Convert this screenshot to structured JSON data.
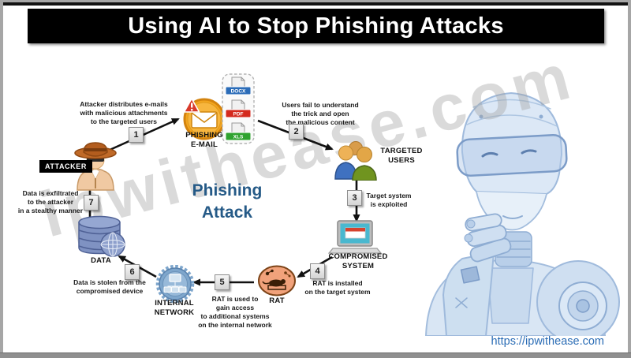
{
  "frame": {
    "title": "Using AI to Stop Phishing Attacks",
    "watermark": "ipwithease.com",
    "footer_url": "https://ipwithease.com"
  },
  "center": {
    "label": "Phishing\nAttack"
  },
  "nodes": {
    "attacker": {
      "label": "ATTACKER"
    },
    "phishing_email": {
      "label": "PHISHING\nE-MAIL"
    },
    "attachments": [
      {
        "type": "DOCX",
        "color": "#2b6cb8"
      },
      {
        "type": "PDF",
        "color": "#d42a1e"
      },
      {
        "type": "XLS",
        "color": "#2fa32f"
      }
    ],
    "targeted_users": {
      "label": "TARGETED\nUSERS"
    },
    "compromised_system": {
      "label": "COMPROMISED\nSYSTEM"
    },
    "rat": {
      "label": "RAT"
    },
    "internal_network": {
      "label": "INTERNAL\nNETWORK"
    },
    "data": {
      "label": "DATA"
    }
  },
  "steps": [
    {
      "num": "1",
      "text": "Attacker distributes e-mails\nwith malicious attachments\nto the targeted users"
    },
    {
      "num": "2",
      "text": "Users fail to understand\nthe trick and open\nthe malicious content"
    },
    {
      "num": "3",
      "text": "Target system\nis exploited"
    },
    {
      "num": "4",
      "text": "RAT is installed\non the target system"
    },
    {
      "num": "5",
      "text": "RAT is used to\ngain access\nto additional systems\non the internal network"
    },
    {
      "num": "6",
      "text": "Data is stolen from the\ncompromised device"
    },
    {
      "num": "7",
      "text": "Data is exfiltrated\nto the attacker\nin a stealthy manner"
    }
  ],
  "colors": {
    "title_bg": "#000000",
    "title_text": "#ffffff",
    "center_text": "#255a87",
    "email_orange": "#f2a51f",
    "rat_salmon": "#f1a27b",
    "network_blue": "#7ea6cc",
    "data_blue": "#7f92c2",
    "url_blue": "#2a6cb5",
    "robot_blue": "#c9dbef"
  }
}
